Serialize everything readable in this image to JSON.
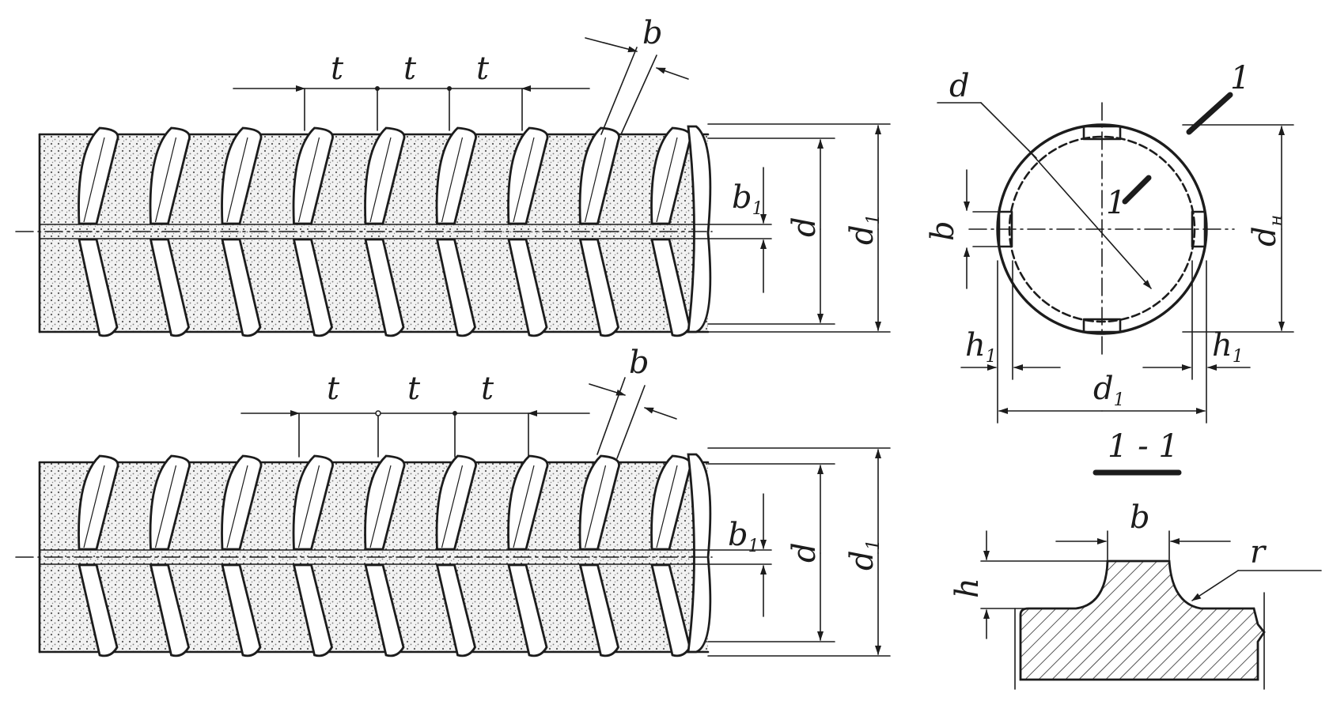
{
  "labels": {
    "t": "t",
    "b": "b",
    "b1": "b",
    "b1_sub": "1",
    "d": "d",
    "d1": "d",
    "d1_sub": "1",
    "dn": "d",
    "dn_sub": "н",
    "h": "h",
    "h1": "h",
    "h1_sub": "1",
    "r": "r",
    "section_mark": "1",
    "section_title": "1 - 1"
  },
  "colors": {
    "ink": "#1c1c1c",
    "paper": "#ffffff"
  }
}
